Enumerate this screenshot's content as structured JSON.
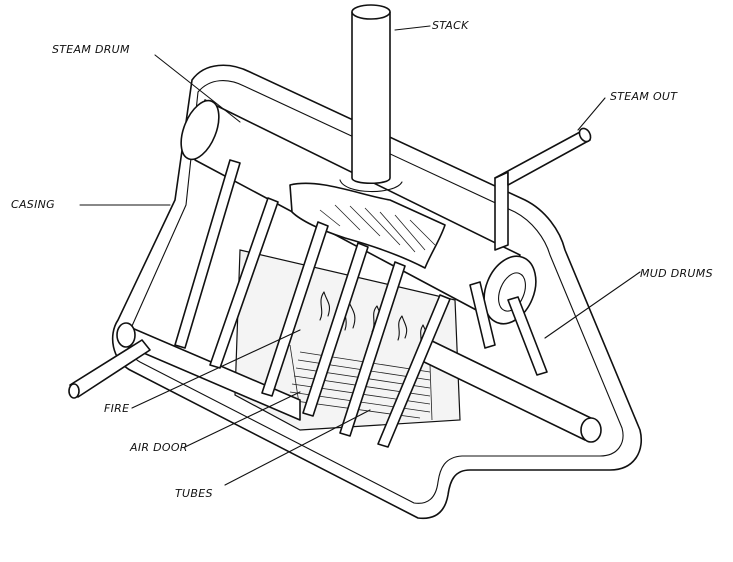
{
  "labels": {
    "stack": "STACK",
    "steam_drum": "STEAM DRUM",
    "steam_out": "STEAM OUT",
    "casing": "CASING",
    "mud_drums": "MUD DRUMS",
    "fire": "FIRE",
    "air_door": "AIR DOOR",
    "tubes": "TUBES"
  }
}
